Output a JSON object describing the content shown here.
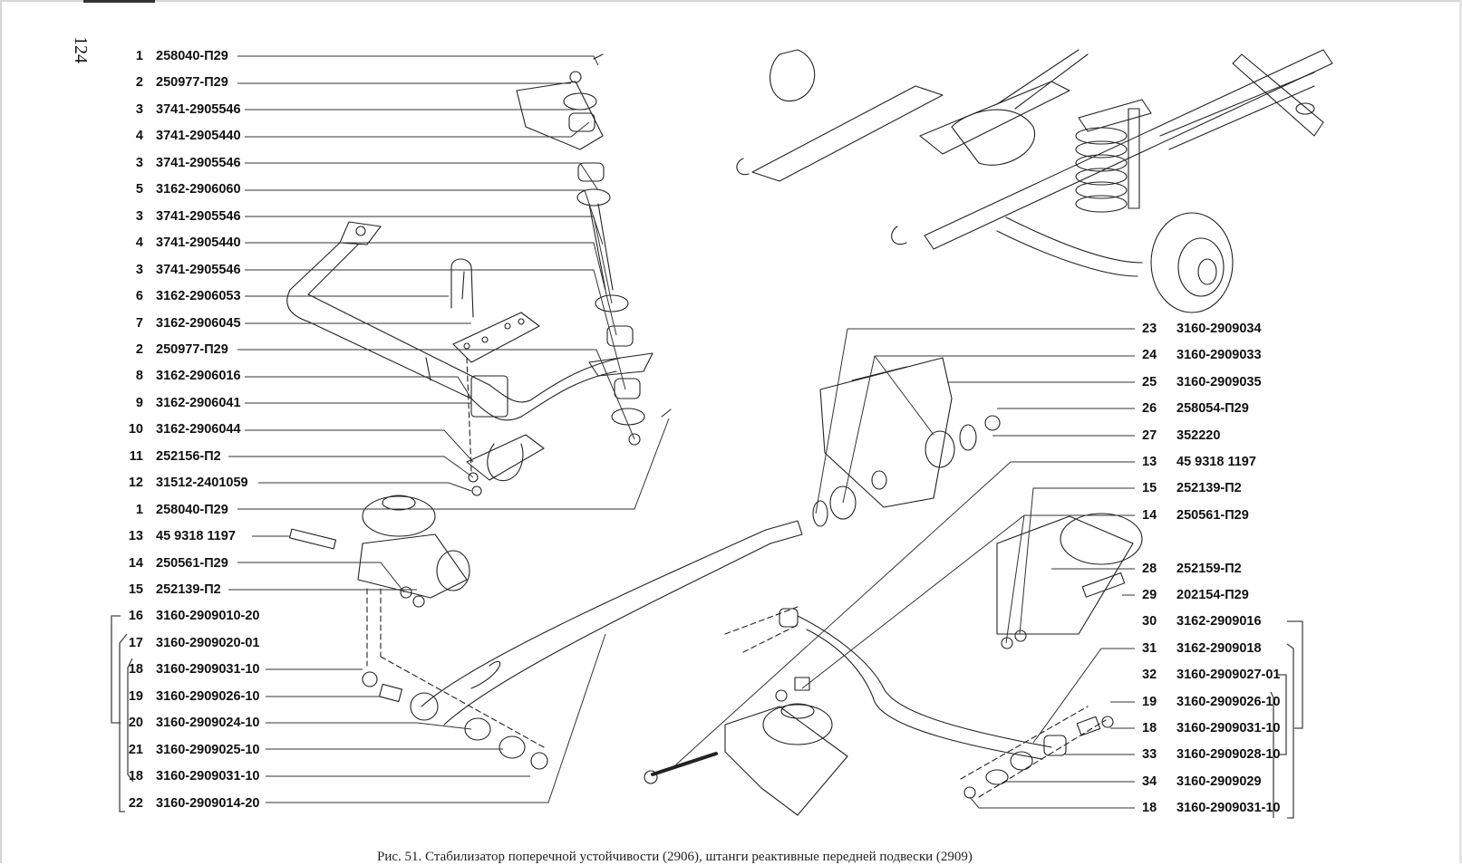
{
  "document": {
    "page_number": "124",
    "caption": "Рис. 51. Стабилизатор поперечной устойчивости (2906), штанги реактивные передней подвески (2909)"
  },
  "left_callouts": [
    {
      "num": "1",
      "part": "258040-П29"
    },
    {
      "num": "2",
      "part": "250977-П29"
    },
    {
      "num": "3",
      "part": "3741-2905546"
    },
    {
      "num": "4",
      "part": "3741-2905440"
    },
    {
      "num": "3",
      "part": "3741-2905546"
    },
    {
      "num": "5",
      "part": "3162-2906060"
    },
    {
      "num": "3",
      "part": "3741-2905546"
    },
    {
      "num": "4",
      "part": "3741-2905440"
    },
    {
      "num": "3",
      "part": "3741-2905546"
    },
    {
      "num": "6",
      "part": "3162-2906053"
    },
    {
      "num": "7",
      "part": "3162-2906045"
    },
    {
      "num": "2",
      "part": "250977-П29"
    },
    {
      "num": "8",
      "part": "3162-2906016"
    },
    {
      "num": "9",
      "part": "3162-2906041"
    },
    {
      "num": "10",
      "part": "3162-2906044"
    },
    {
      "num": "11",
      "part": "252156-П2"
    },
    {
      "num": "12",
      "part": "31512-2401059"
    },
    {
      "num": "1",
      "part": "258040-П29"
    },
    {
      "num": "13",
      "part": "45 9318 1197"
    },
    {
      "num": "14",
      "part": "250561-П29"
    },
    {
      "num": "15",
      "part": "252139-П2"
    },
    {
      "num": "16",
      "part": "3160-2909010-20"
    },
    {
      "num": "17",
      "part": "3160-2909020-01"
    },
    {
      "num": "18",
      "part": "3160-2909031-10"
    },
    {
      "num": "19",
      "part": "3160-2909026-10"
    },
    {
      "num": "20",
      "part": "3160-2909024-10"
    },
    {
      "num": "21",
      "part": "3160-2909025-10"
    },
    {
      "num": "18",
      "part": "3160-2909031-10"
    },
    {
      "num": "22",
      "part": "3160-2909014-20"
    }
  ],
  "right_callouts": [
    {
      "num": "23",
      "part": "3160-2909034"
    },
    {
      "num": "24",
      "part": "3160-2909033"
    },
    {
      "num": "25",
      "part": "3160-2909035"
    },
    {
      "num": "26",
      "part": "258054-П29"
    },
    {
      "num": "27",
      "part": "352220"
    },
    {
      "num": "13",
      "part": "45 9318 1197"
    },
    {
      "num": "15",
      "part": "252139-П2"
    },
    {
      "num": "14",
      "part": "250561-П29"
    },
    {
      "num": "",
      "part": ""
    },
    {
      "num": "28",
      "part": "252159-П2"
    },
    {
      "num": "29",
      "part": "202154-П29"
    },
    {
      "num": "30",
      "part": "3162-2909016"
    },
    {
      "num": "31",
      "part": "3162-2909018"
    },
    {
      "num": "32",
      "part": "3160-2909027-01"
    },
    {
      "num": "19",
      "part": "3160-2909026-10"
    },
    {
      "num": "18",
      "part": "3160-2909031-10"
    },
    {
      "num": "33",
      "part": "3160-2909028-10"
    },
    {
      "num": "34",
      "part": "3160-2909029"
    },
    {
      "num": "18",
      "part": "3160-2909031-10"
    }
  ]
}
